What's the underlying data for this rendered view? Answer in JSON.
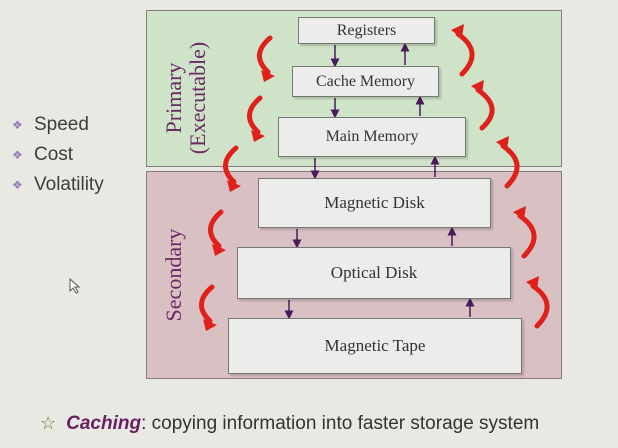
{
  "criteria": [
    "Speed",
    "Cost",
    "Volatility"
  ],
  "regions": {
    "primary": {
      "label": "Primary",
      "sublabel": "(Executable)",
      "color": "#cfe3c8"
    },
    "secondary": {
      "label": "Secondary",
      "color": "#d9c0c3"
    }
  },
  "hierarchy": [
    "Registers",
    "Cache Memory",
    "Main Memory",
    "Magnetic Disk",
    "Optical Disk",
    "Magnetic Tape"
  ],
  "caption": {
    "term": "Caching",
    "text": ": copying information into faster storage system"
  },
  "colors": {
    "arrow": "#e0201a",
    "connector": "#4a1a5a",
    "label": "#6a2a66"
  }
}
